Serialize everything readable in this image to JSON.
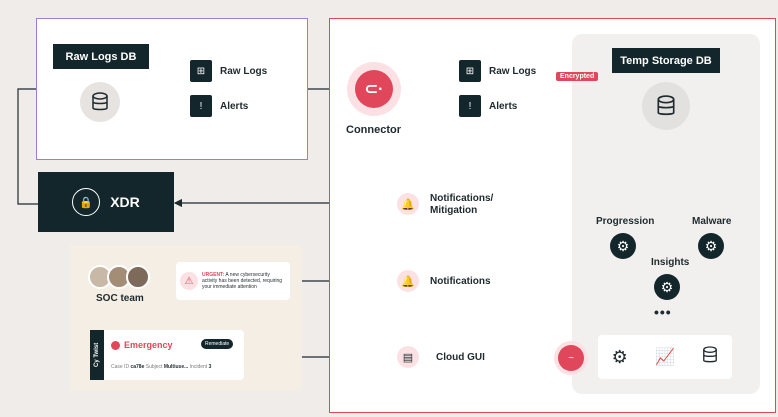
{
  "raw_logs_db": {
    "title": "Raw Logs DB"
  },
  "group_left": {
    "raw_logs": "Raw Logs",
    "alerts": "Alerts"
  },
  "connector": {
    "label": "Connector"
  },
  "group_mid": {
    "raw_logs": "Raw Logs",
    "alerts": "Alerts",
    "encrypted_tag": "Encrypted"
  },
  "temp_storage": {
    "title": "Temp Storage DB",
    "progression": "Progression",
    "malware": "Malware",
    "insights": "Insights",
    "more": "•••"
  },
  "xdr": {
    "label": "XDR"
  },
  "actions": {
    "notif_mitigation_1": "Notifications/",
    "notif_mitigation_2": "Mitigation",
    "notifications": "Notifications",
    "cloud_gui": "Cloud GUI"
  },
  "soc": {
    "team_label": "SOC team",
    "alert_text_prefix": "URGENT:",
    "alert_text": "A new cybersecurity activity has been detected, requiring your immediate attention"
  },
  "emergency_card": {
    "brand": "Cy Twist",
    "title": "Emergency",
    "remediate": "Remediate",
    "case_label": "Case ID",
    "case_value": "ca78e",
    "subject_label": "Subject",
    "subject_value": "Multiuse...",
    "incident_label": "Incident",
    "incident_value": "3"
  },
  "colors": {
    "accent": "#e0475b",
    "dark": "#13262b",
    "purple": "#9b7fd6"
  },
  "icons": [
    "database-icon",
    "raw-logs-icon",
    "alert-icon",
    "connector-icon",
    "shield-lock-icon",
    "bell-icon",
    "gui-icon",
    "gear-icon",
    "chart-icon",
    "warning-icon"
  ]
}
